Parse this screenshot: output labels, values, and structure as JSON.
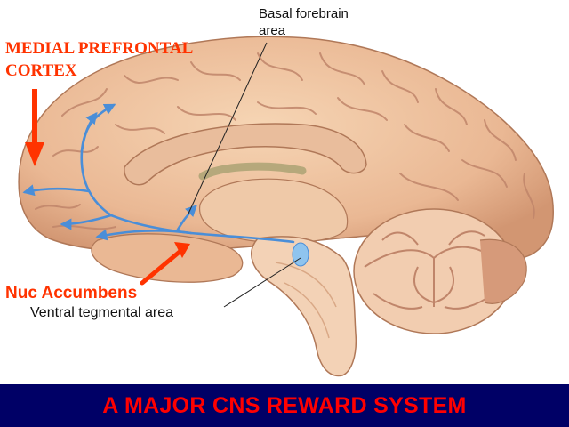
{
  "labels": {
    "basal_line1": "Basal forebrain",
    "basal_line2": "area",
    "mpfc_line1": "MEDIAL PREFRONTAL",
    "mpfc_line2": "CORTEX",
    "nuc": "Nuc Accumbens",
    "vta": "Ventral tegmental area"
  },
  "banner": {
    "title": "A MAJOR CNS REWARD SYSTEM"
  },
  "colors": {
    "brain": "#f0c8a0",
    "brain_shadow": "#d99e78",
    "pathway": "#4a8ed8",
    "pointer": "#ff3300",
    "banner_bg": "#000066",
    "banner_text": "#ff0000"
  },
  "icons": [
    "brain-illustration",
    "dopamine-pathway-arrows",
    "pointer-arrow"
  ]
}
